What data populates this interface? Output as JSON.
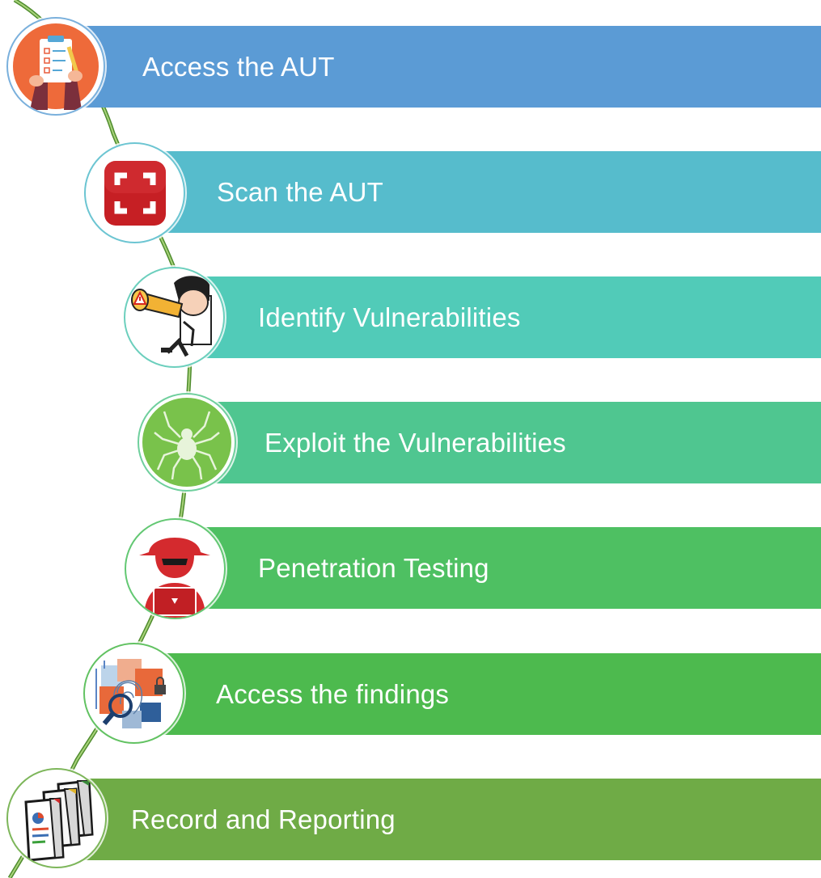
{
  "steps": [
    {
      "label": "Access the AUT",
      "color": "#5b9bd5",
      "icon": "checklist-icon",
      "ring": "#7ab0dc"
    },
    {
      "label": "Scan the AUT",
      "color": "#56bccc",
      "icon": "scan-icon",
      "ring": "#6cc5d2"
    },
    {
      "label": "Identify Vulnerabilities",
      "color": "#51cbb8",
      "icon": "telescope-warning-icon",
      "ring": "#6ccfbd"
    },
    {
      "label": "Exploit the Vulnerabilities",
      "color": "#4fc690",
      "icon": "spider-icon",
      "ring": "#6fcf9d"
    },
    {
      "label": "Penetration Testing",
      "color": "#4ec062",
      "icon": "hacker-icon",
      "ring": "#63c873"
    },
    {
      "label": "Access the findings",
      "color": "#4dba4e",
      "icon": "fingerprint-search-icon",
      "ring": "#62c262"
    },
    {
      "label": "Record and Reporting",
      "color": "#6fab46",
      "icon": "reports-icon",
      "ring": "#7db65a"
    }
  ],
  "colors": {
    "connector": "#79b04a",
    "connector_dark": "#4f8c2e"
  }
}
